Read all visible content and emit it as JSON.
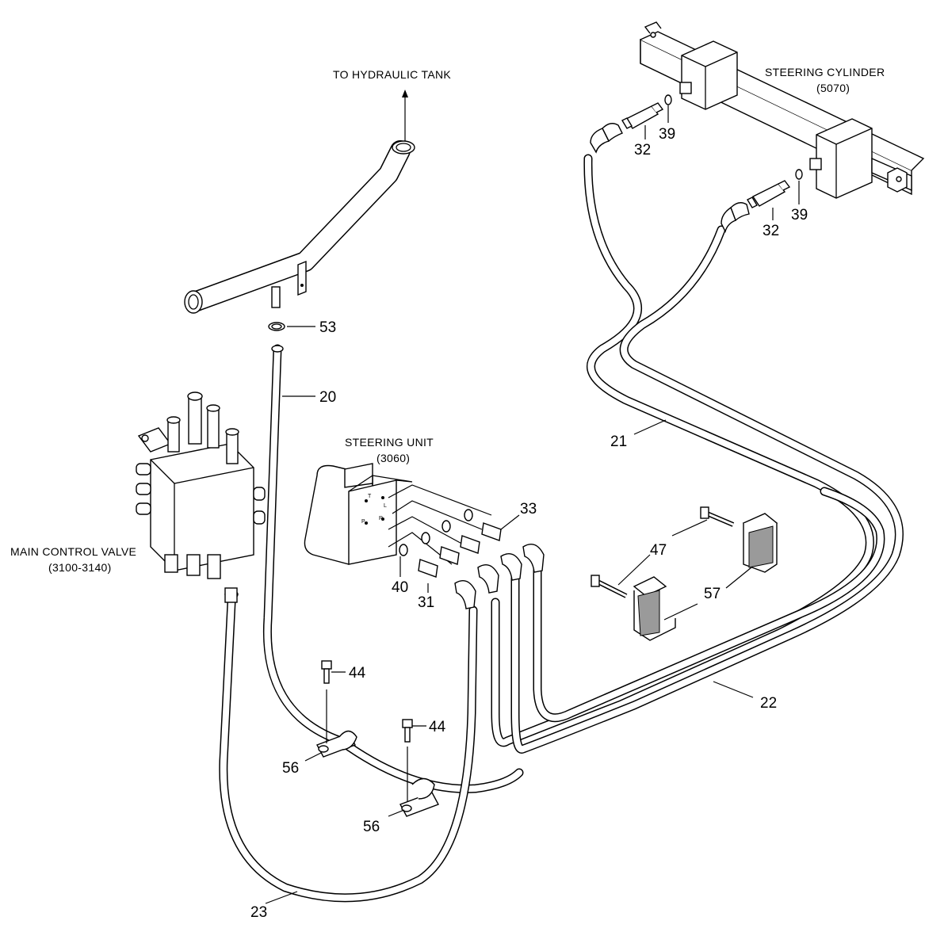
{
  "captions": {
    "tank": "TO HYDRAULIC TANK",
    "cylinder_name": "STEERING CYLINDER",
    "cylinder_code": "(5070)",
    "steering_unit_name": "STEERING UNIT",
    "steering_unit_code": "(3060)",
    "valve_name": "MAIN CONTROL VALVE",
    "valve_code": "(3100-3140)"
  },
  "callouts": {
    "c53": "53",
    "c20": "20",
    "c21": "21",
    "c22": "22",
    "c23": "23",
    "c31": "31",
    "c32a": "32",
    "c32b": "32",
    "c33": "33",
    "c39a": "39",
    "c39b": "39",
    "c40": "40",
    "c44a": "44",
    "c44b": "44",
    "c47": "47",
    "c56a": "56",
    "c56b": "56",
    "c57": "57"
  },
  "port_marks": {
    "t": "T",
    "l": "L",
    "p": "P",
    "r": "R"
  }
}
